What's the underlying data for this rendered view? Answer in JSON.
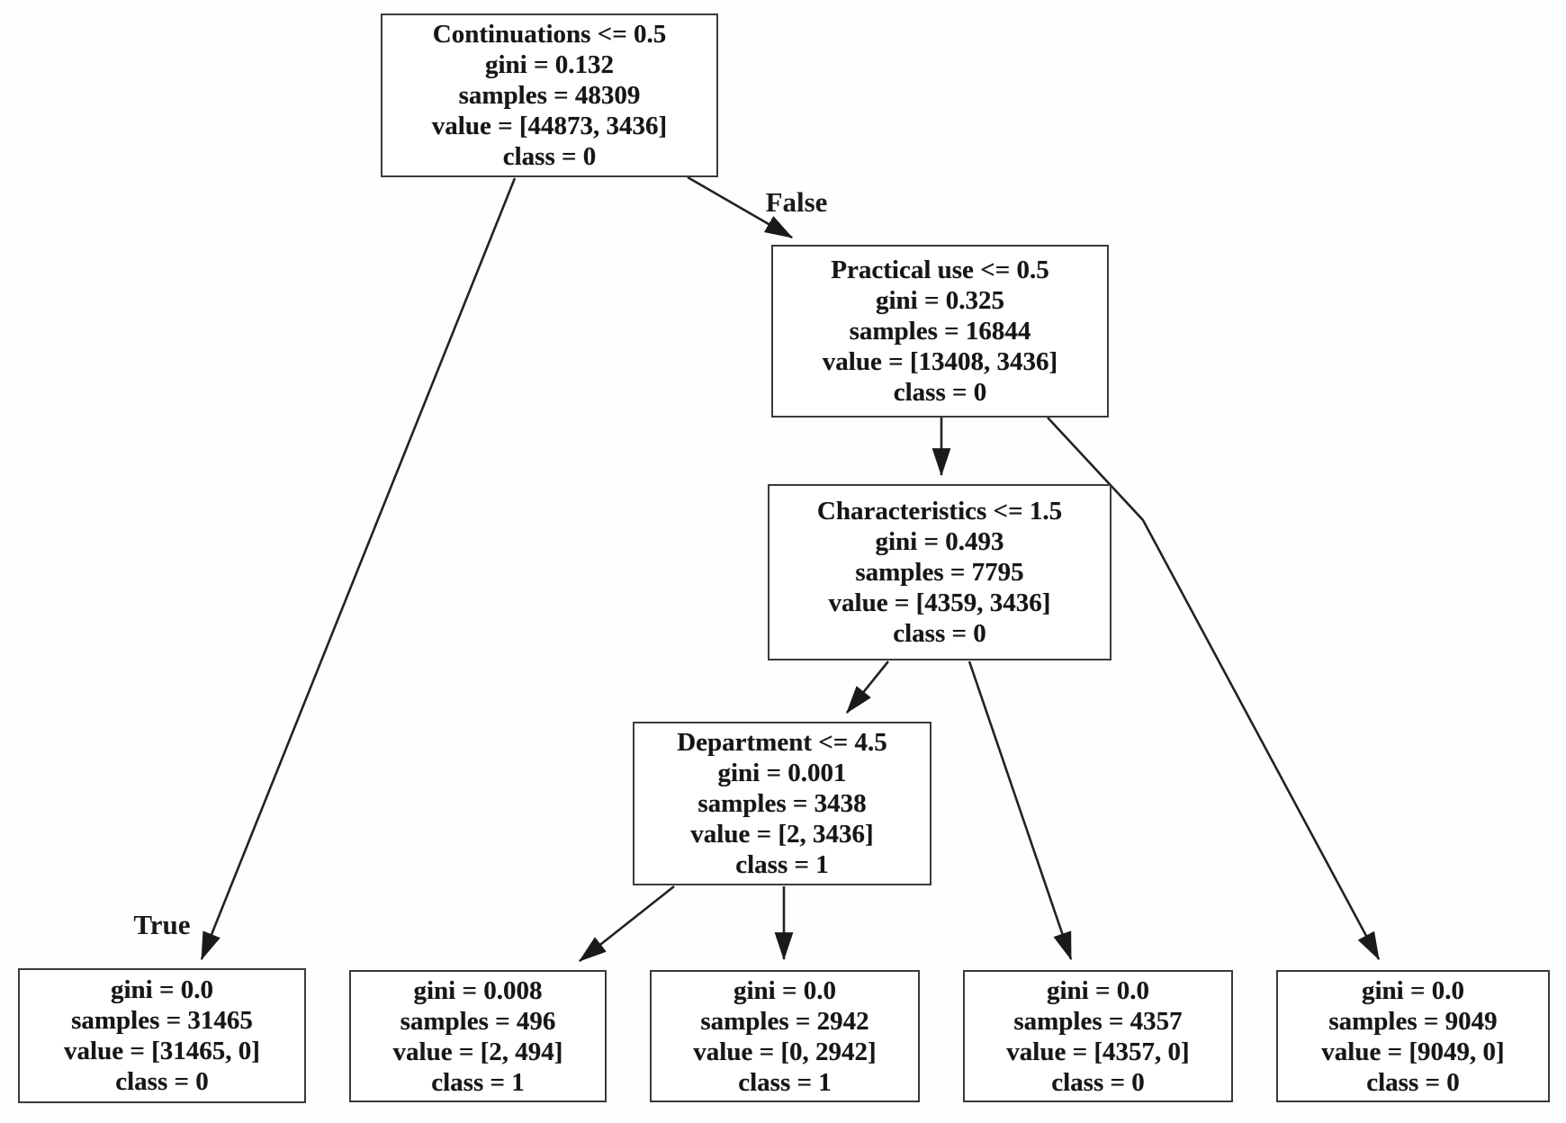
{
  "diagram": {
    "type": "decision-tree",
    "edge_labels": {
      "true": "True",
      "false": "False"
    },
    "colors": {
      "node_background": "#ffffff",
      "node_border": "#3a3a3a",
      "text": "#161616",
      "edge": "#222222"
    },
    "nodes": [
      {
        "name": "root",
        "lines": [
          "Continuations <= 0.5",
          "gini = 0.132",
          "samples = 48309",
          "value = [44873, 3436]",
          "class = 0"
        ]
      },
      {
        "name": "practical-use",
        "lines": [
          "Practical use <= 0.5",
          "gini = 0.325",
          "samples = 16844",
          "value = [13408, 3436]",
          "class = 0"
        ]
      },
      {
        "name": "characteristics",
        "lines": [
          "Characteristics <= 1.5",
          "gini = 0.493",
          "samples = 7795",
          "value = [4359, 3436]",
          "class = 0"
        ]
      },
      {
        "name": "department",
        "lines": [
          "Department <= 4.5",
          "gini = 0.001",
          "samples = 3438",
          "value = [2, 3436]",
          "class = 1"
        ]
      },
      {
        "name": "leaf-1",
        "lines": [
          "gini = 0.0",
          "samples = 31465",
          "value = [31465, 0]",
          "class = 0"
        ]
      },
      {
        "name": "leaf-2",
        "lines": [
          "gini = 0.008",
          "samples = 496",
          "value = [2, 494]",
          "class = 1"
        ]
      },
      {
        "name": "leaf-3",
        "lines": [
          "gini = 0.0",
          "samples = 2942",
          "value = [0, 2942]",
          "class = 1"
        ]
      },
      {
        "name": "leaf-4",
        "lines": [
          "gini = 0.0",
          "samples = 4357",
          "value = [4357, 0]",
          "class = 0"
        ]
      },
      {
        "name": "leaf-5",
        "lines": [
          "gini = 0.0",
          "samples = 9049",
          "value = [9049, 0]",
          "class = 0"
        ]
      }
    ]
  }
}
